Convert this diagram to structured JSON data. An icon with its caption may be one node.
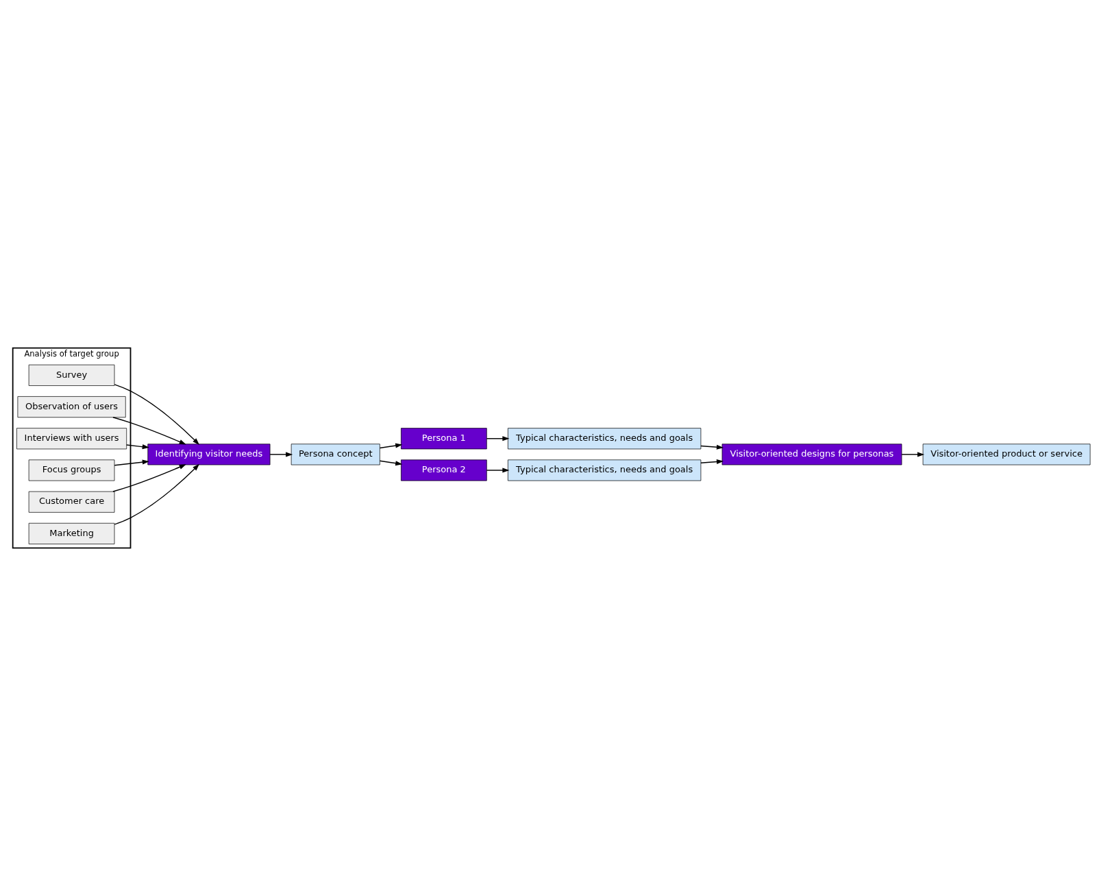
{
  "diagram": {
    "nodes": [
      {
        "text": [
          "Analysis of target group"
        ]
      },
      {
        "text": [
          "Survey"
        ],
        "in": 0
      },
      {
        "text": [
          "Observation of users"
        ],
        "in": 0
      },
      {
        "text": [
          "Interviews with users"
        ],
        "in": 0
      },
      {
        "text": [
          "Focus groups"
        ],
        "in": 0
      },
      {
        "text": [
          "Customer care"
        ],
        "in": 0
      },
      {
        "text": [
          "Marketing"
        ],
        "in": 0
      },
      {
        "text": [
          "Identifying visitor needs"
        ]
      },
      {
        "text": [
          "Persona concept"
        ]
      },
      {
        "text": [
          "Persona 1"
        ]
      },
      {
        "text": [
          "Persona 2"
        ]
      },
      {
        "text": [
          "Typical characteristics, needs and goals"
        ]
      },
      {
        "text": [
          "Typical characteristics, needs and goals"
        ]
      },
      {
        "text": [
          "Visitor-oriented designs for personas"
        ]
      },
      {
        "text": [
          "Visitor-oriented product or service"
        ]
      }
    ],
    "edges": [
      {
        "from": 1,
        "to": 7,
        "arrow": "to"
      },
      {
        "from": 2,
        "to": 7,
        "arrow": "to"
      },
      {
        "from": 3,
        "to": 7,
        "arrow": "to"
      },
      {
        "from": 4,
        "to": 7,
        "arrow": "to"
      },
      {
        "from": 5,
        "to": 7,
        "arrow": "to"
      },
      {
        "from": 6,
        "to": 7,
        "arrow": "to"
      },
      {
        "from": 7,
        "to": 8,
        "arrow": "to"
      },
      {
        "from": 8,
        "to": 9,
        "arrow": "to"
      },
      {
        "from": 8,
        "to": 10,
        "arrow": "to"
      },
      {
        "from": 9,
        "to": 11,
        "arrow": "to"
      },
      {
        "from": 10,
        "to": 12,
        "arrow": "to"
      },
      {
        "from": 11,
        "to": 13,
        "arrow": "to"
      },
      {
        "from": 12,
        "to": 13,
        "arrow": "to"
      },
      {
        "from": 13,
        "to": 14,
        "arrow": "to"
      }
    ]
  }
}
